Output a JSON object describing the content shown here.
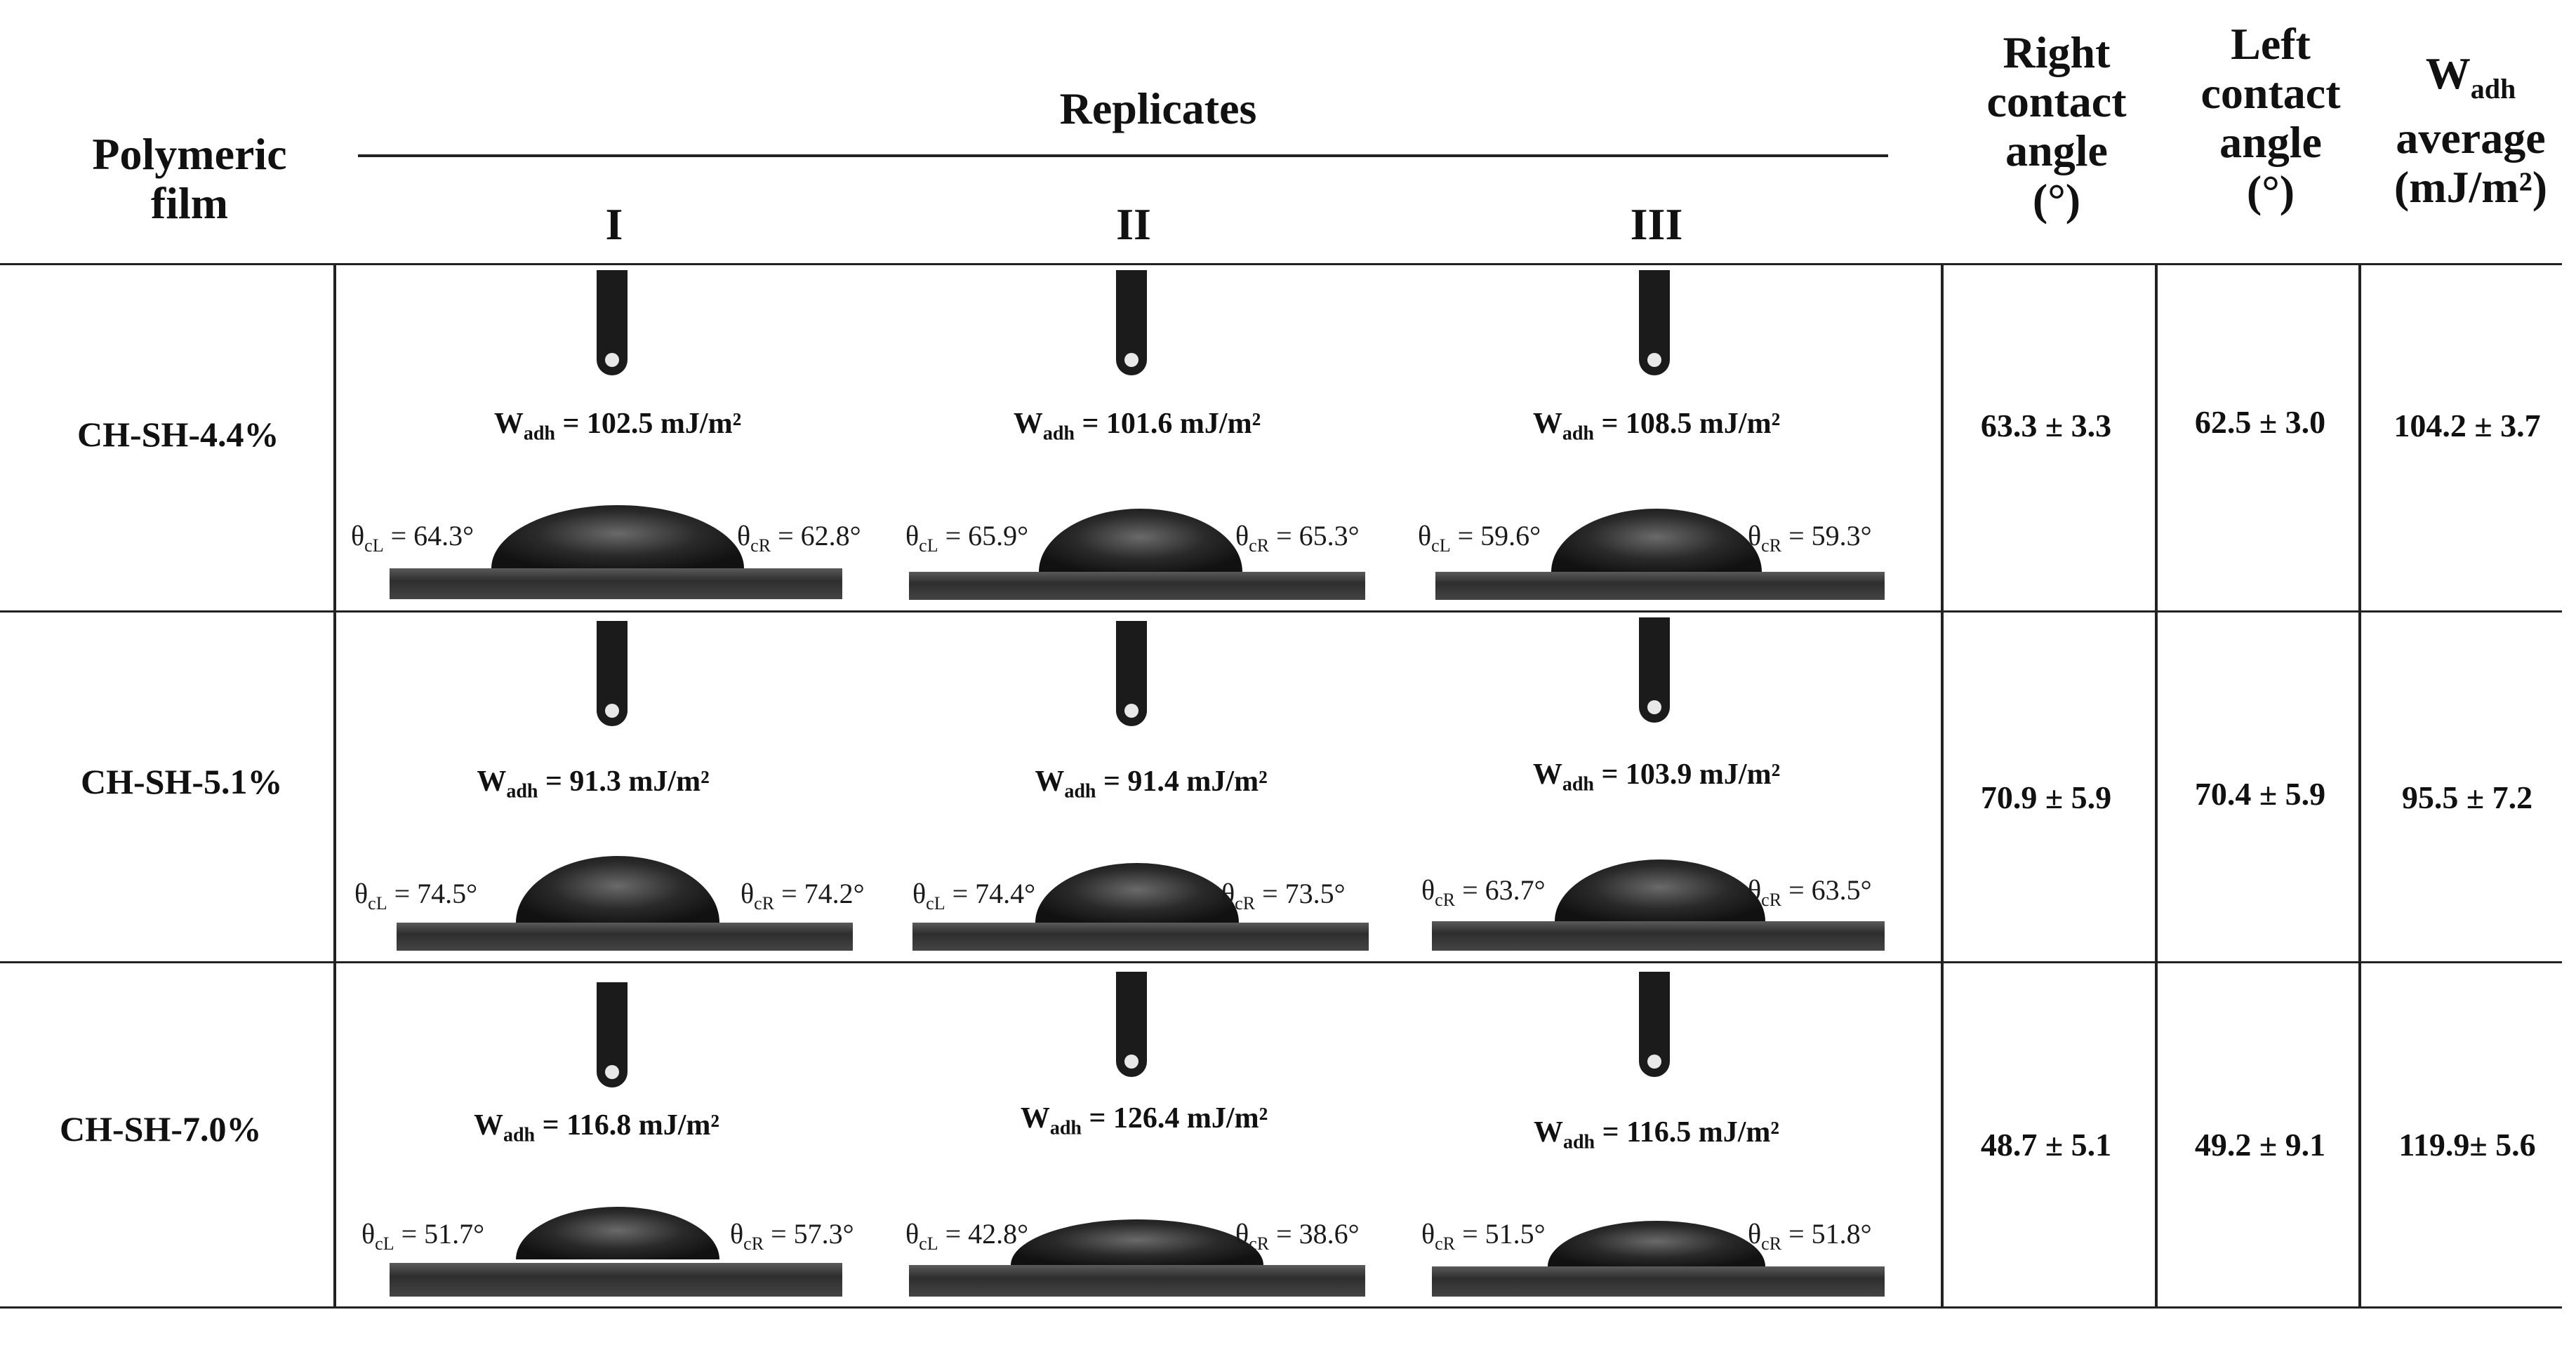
{
  "headers": {
    "film": "Polymeric film",
    "replicates": "Replicates",
    "rep_labels": [
      "I",
      "II",
      "III"
    ],
    "right_angle": [
      "Right",
      "contact",
      "angle",
      "(°)"
    ],
    "left_angle": [
      "Left",
      "contact",
      "angle",
      "(°)"
    ],
    "wadh_main": "W",
    "wadh_sub": "adh",
    "wadh_rest": [
      "average",
      "(mJ/m²)"
    ]
  },
  "rows": [
    {
      "film": "CH-SH-4.4%",
      "replicates": [
        {
          "wadh": "102.5 mJ/m²",
          "left_label": "θ",
          "left_sub": "cL",
          "left_val": "= 64.3°",
          "right_label": "θ",
          "right_sub": "cR",
          "right_val": "= 62.8°"
        },
        {
          "wadh": "101.6 mJ/m²",
          "left_label": "θ",
          "left_sub": "cL",
          "left_val": "= 65.9°",
          "right_label": "θ",
          "right_sub": "cR",
          "right_val": "= 65.3°"
        },
        {
          "wadh": "108.5 mJ/m²",
          "left_label": "θ",
          "left_sub": "cL",
          "left_val": "= 59.6°",
          "right_label": "θ",
          "right_sub": "cR",
          "right_val": "= 59.3°"
        }
      ],
      "right_angle": "63.3 ± 3.3",
      "left_angle": "62.5 ± 3.0",
      "wadh_avg": "104.2 ± 3.7"
    },
    {
      "film": "CH-SH-5.1%",
      "replicates": [
        {
          "wadh": "91.3 mJ/m²",
          "left_label": "θ",
          "left_sub": "cL",
          "left_val": "= 74.5°",
          "right_label": "θ",
          "right_sub": "cR",
          "right_val": "= 74.2°"
        },
        {
          "wadh": "91.4 mJ/m²",
          "left_label": "θ",
          "left_sub": "cL",
          "left_val": "= 74.4°",
          "right_label": "θ",
          "right_sub": "cR",
          "right_val": "= 73.5°"
        },
        {
          "wadh": "103.9 mJ/m²",
          "left_label": "θ",
          "left_sub": "cR",
          "left_val": "= 63.7°",
          "right_label": "θ",
          "right_sub": "cR",
          "right_val": "= 63.5°"
        }
      ],
      "right_angle": "70.9 ± 5.9",
      "left_angle": "70.4 ± 5.9",
      "wadh_avg": "95.5 ± 7.2"
    },
    {
      "film": "CH-SH-7.0%",
      "replicates": [
        {
          "wadh": "116.8 mJ/m²",
          "left_label": "θ",
          "left_sub": "cL",
          "left_val": "= 51.7°",
          "right_label": "θ",
          "right_sub": "cR",
          "right_val": "= 57.3°"
        },
        {
          "wadh": "126.4 mJ/m²",
          "left_label": "θ",
          "left_sub": "cL",
          "left_val": "= 42.8°",
          "right_label": "θ",
          "right_sub": "cR",
          "right_val": "= 38.6°"
        },
        {
          "wadh": "116.5 mJ/m²",
          "left_label": "θ",
          "left_sub": "cR",
          "left_val": "= 51.5°",
          "right_label": "θ",
          "right_sub": "cR",
          "right_val": "= 51.8°"
        }
      ],
      "right_angle": "48.7 ± 5.1",
      "left_angle": "49.2 ± 9.1",
      "wadh_avg": "119.9± 5.6"
    }
  ]
}
